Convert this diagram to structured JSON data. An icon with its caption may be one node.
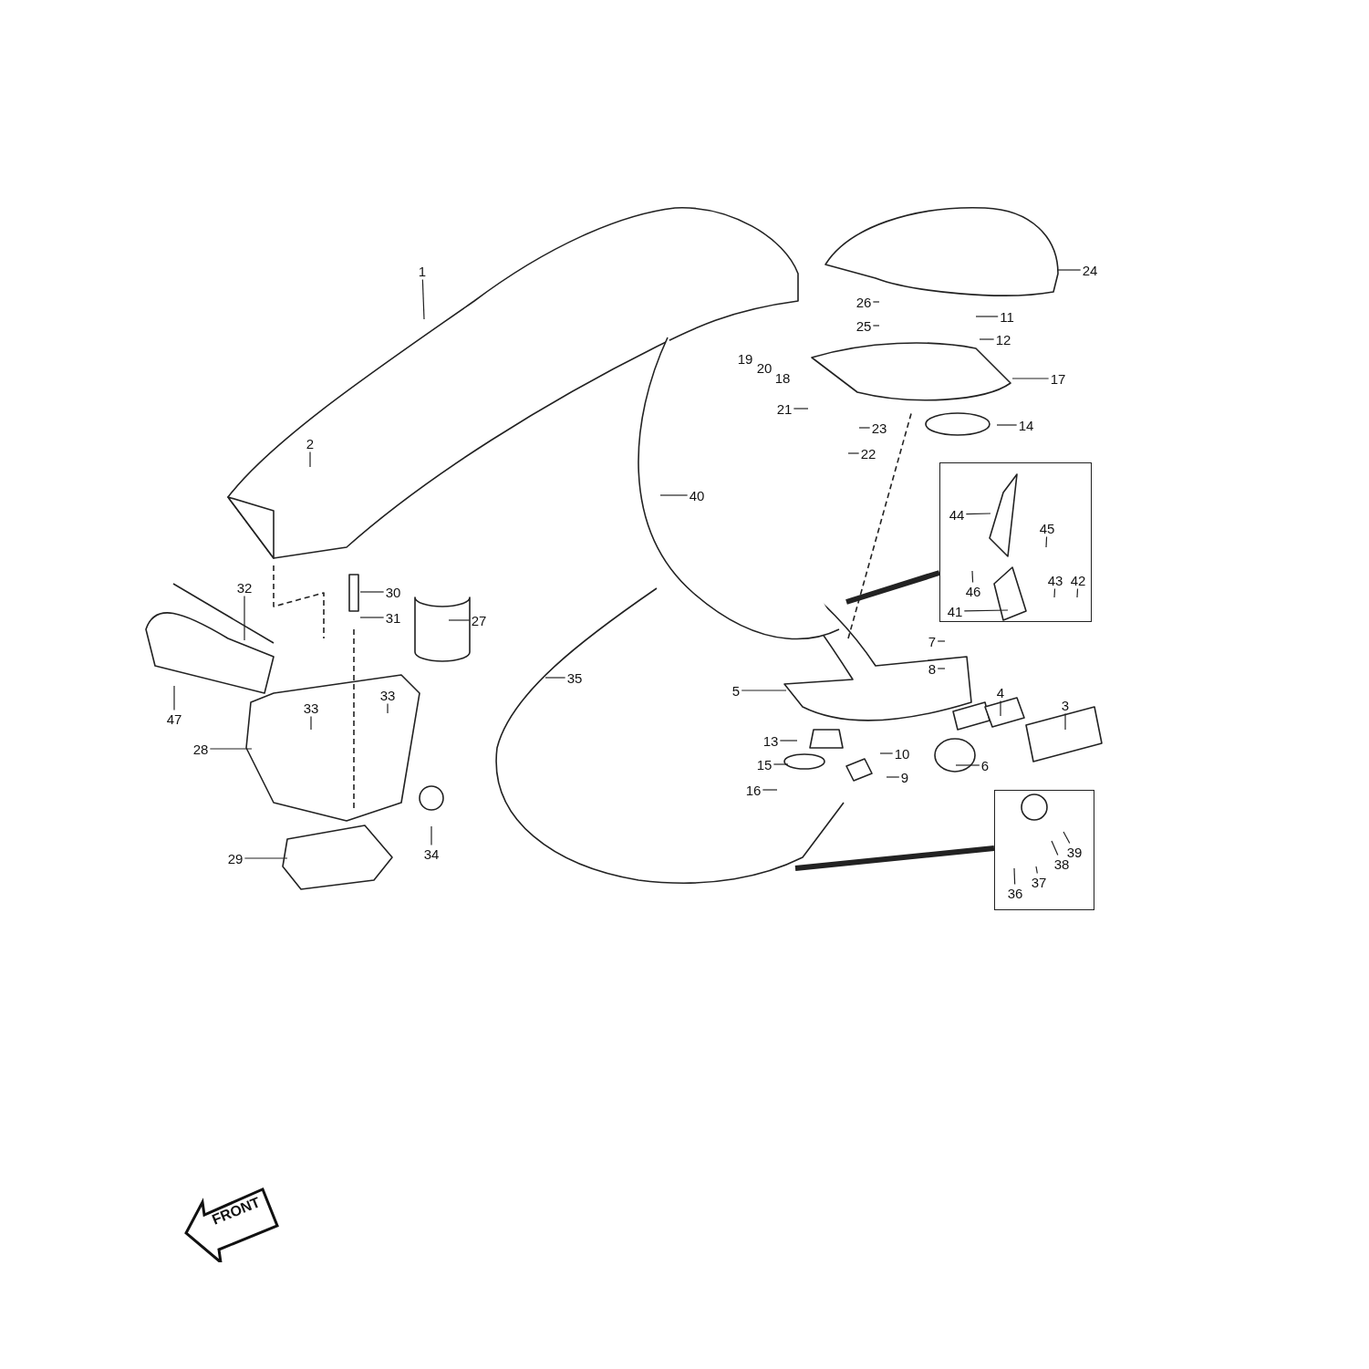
{
  "diagram": {
    "nodes": [
      {
        "text": [
          "1"
        ]
      },
      {
        "text": [
          "2"
        ]
      },
      {
        "text": [
          "3"
        ]
      },
      {
        "text": [
          "4"
        ]
      },
      {
        "text": [
          "5"
        ]
      },
      {
        "text": [
          "6"
        ]
      },
      {
        "text": [
          "7"
        ]
      },
      {
        "text": [
          "8"
        ]
      },
      {
        "text": [
          "9"
        ]
      },
      {
        "text": [
          "10"
        ]
      },
      {
        "text": [
          "11"
        ]
      },
      {
        "text": [
          "12"
        ]
      },
      {
        "text": [
          "13"
        ]
      },
      {
        "text": [
          "14"
        ]
      },
      {
        "text": [
          "15"
        ]
      },
      {
        "text": [
          "16"
        ]
      },
      {
        "text": [
          "17"
        ]
      },
      {
        "text": [
          "21"
        ]
      },
      {
        "text": [
          "22"
        ]
      },
      {
        "text": [
          "23"
        ]
      },
      {
        "text": [
          "24"
        ]
      },
      {
        "text": [
          "25"
        ]
      },
      {
        "text": [
          "26"
        ]
      },
      {
        "text": [
          "27"
        ]
      },
      {
        "text": [
          "28"
        ]
      },
      {
        "text": [
          "29"
        ]
      },
      {
        "text": [
          "30"
        ]
      },
      {
        "text": [
          "31"
        ]
      },
      {
        "text": [
          "32"
        ]
      },
      {
        "text": [
          "33"
        ]
      },
      {
        "text": [
          "33"
        ]
      },
      {
        "text": [
          "34"
        ]
      },
      {
        "text": [
          "35"
        ]
      },
      {
        "text": [],
        "shape": "box"
      },
      {
        "text": [
          "36"
        ],
        "in": 33
      },
      {
        "text": [
          "37"
        ],
        "in": 33
      },
      {
        "text": [
          "38"
        ],
        "in": 33
      },
      {
        "text": [
          "39"
        ],
        "in": 33
      },
      {
        "text": [
          "40"
        ]
      },
      {
        "text": [],
        "shape": "box"
      },
      {
        "text": [
          "41"
        ],
        "in": 39
      },
      {
        "text": [
          "42"
        ],
        "in": 39
      },
      {
        "text": [
          "43"
        ],
        "in": 39
      },
      {
        "text": [
          "44"
        ],
        "in": 39
      },
      {
        "text": [
          "45"
        ],
        "in": 39
      },
      {
        "text": [
          "46"
        ],
        "in": 39
      },
      {
        "text": [
          "47"
        ]
      },
      {
        "text": [
          "FRONT"
        ]
      }
    ],
    "edges": [
      {
        "from": 0,
        "to": null,
        "arrow": "none"
      },
      {
        "from": 1,
        "to": null,
        "arrow": "none"
      },
      {
        "from": 2,
        "to": null,
        "arrow": "none"
      },
      {
        "from": 3,
        "to": null,
        "arrow": "none"
      },
      {
        "from": 4,
        "to": null,
        "arrow": "none"
      },
      {
        "from": 5,
        "to": null,
        "arrow": "none"
      },
      {
        "from": 6,
        "to": null,
        "arrow": "none"
      },
      {
        "from": 7,
        "to": null,
        "arrow": "none"
      },
      {
        "from": 8,
        "to": null,
        "arrow": "none"
      },
      {
        "from": 9,
        "to": null,
        "arrow": "none"
      },
      {
        "from": 10,
        "to": null,
        "arrow": "none"
      },
      {
        "from": 11,
        "to": null,
        "arrow": "none"
      },
      {
        "from": 12,
        "to": null,
        "arrow": "none"
      },
      {
        "from": 13,
        "to": null,
        "arrow": "none"
      },
      {
        "from": 14,
        "to": null,
        "arrow": "none"
      },
      {
        "from": 15,
        "to": null,
        "arrow": "none"
      },
      {
        "from": 16,
        "to": null,
        "arrow": "none"
      },
      {
        "from": 17,
        "to": null,
        "arrow": "none"
      },
      {
        "from": 18,
        "to": null,
        "arrow": "none"
      },
      {
        "from": 19,
        "to": null,
        "arrow": "none"
      },
      {
        "from": 20,
        "to": null,
        "arrow": "none"
      },
      {
        "from": 21,
        "to": null,
        "arrow": "none"
      },
      {
        "from": 22,
        "to": null,
        "arrow": "none"
      },
      {
        "from": 23,
        "to": null,
        "arrow": "none"
      },
      {
        "from": 24,
        "to": null,
        "arrow": "none"
      },
      {
        "from": 25,
        "to": null,
        "arrow": "none"
      },
      {
        "from": 26,
        "to": null,
        "arrow": "none"
      },
      {
        "from": 27,
        "to": null,
        "arrow": "none"
      },
      {
        "from": 28,
        "to": null,
        "arrow": "none"
      },
      {
        "from": 29,
        "to": null,
        "arrow": "none"
      },
      {
        "from": 30,
        "to": null,
        "arrow": "none"
      },
      {
        "from": 31,
        "to": null,
        "arrow": "none"
      },
      {
        "from": 32,
        "to": null,
        "arrow": "none"
      },
      {
        "from": null,
        "to": 33,
        "arrow": "none",
        "style": "thick"
      },
      {
        "from": 34,
        "to": null,
        "arrow": "none"
      },
      {
        "from": 35,
        "to": null,
        "arrow": "none"
      },
      {
        "from": 36,
        "to": null,
        "arrow": "none"
      },
      {
        "from": 37,
        "to": null,
        "arrow": "none"
      },
      {
        "from": 38,
        "to": null,
        "arrow": "none"
      },
      {
        "from": null,
        "to": 39,
        "arrow": "none",
        "style": "thick"
      },
      {
        "from": 40,
        "to": null,
        "arrow": "none"
      },
      {
        "from": 41,
        "to": null,
        "arrow": "none"
      },
      {
        "from": 42,
        "to": null,
        "arrow": "none"
      },
      {
        "from": 43,
        "to": null,
        "arrow": "none"
      },
      {
        "from": 44,
        "to": null,
        "arrow": "none"
      },
      {
        "from": 45,
        "to": null,
        "arrow": "none"
      },
      {
        "from": 46,
        "to": null,
        "arrow": "none"
      }
    ],
    "labels": [
      "19",
      "20",
      "18"
    ]
  }
}
